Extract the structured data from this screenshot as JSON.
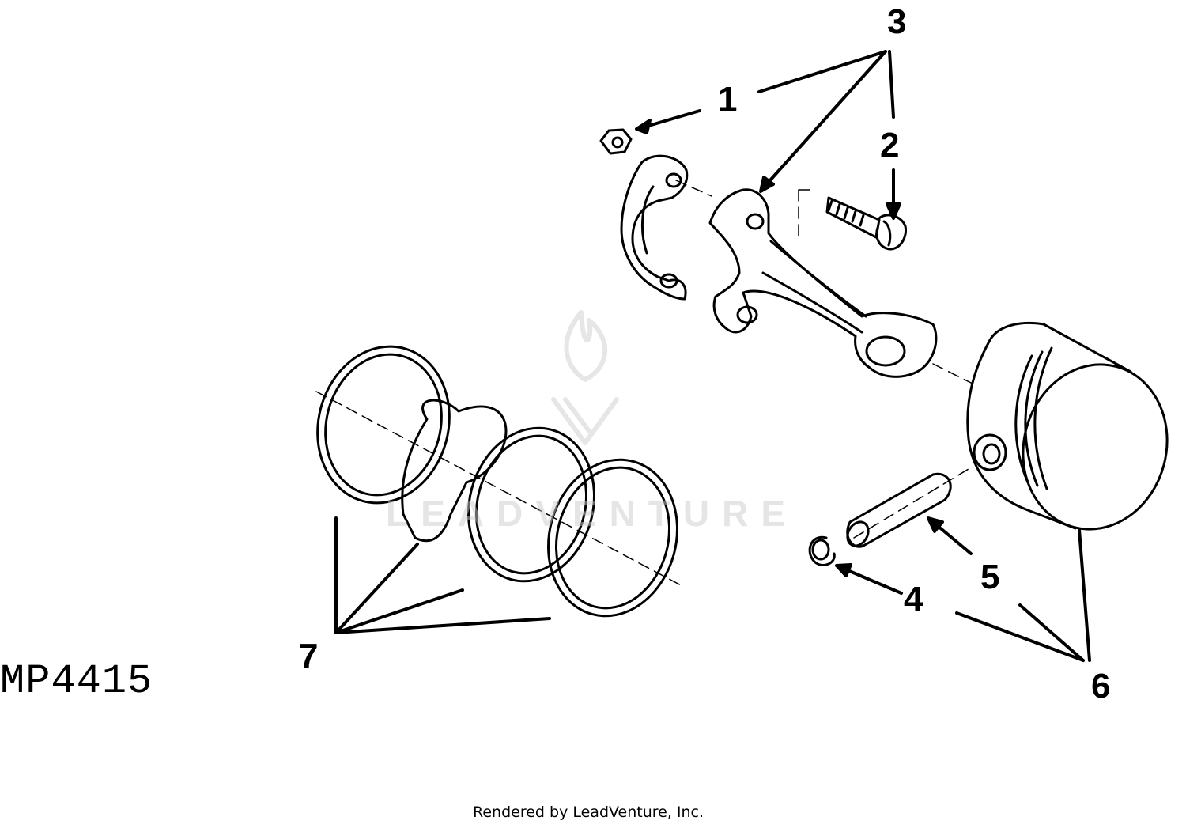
{
  "figure_code": "MP4415",
  "credit": "Rendered by LeadVenture, Inc.",
  "watermark": "LEADVENTURE",
  "callouts": {
    "c1": "1",
    "c2": "2",
    "c3": "3",
    "c4": "4",
    "c5": "5",
    "c6": "6",
    "c7": "7"
  },
  "colors": {
    "ink": "#000000",
    "background": "#ffffff",
    "watermark": "#cccccc"
  }
}
